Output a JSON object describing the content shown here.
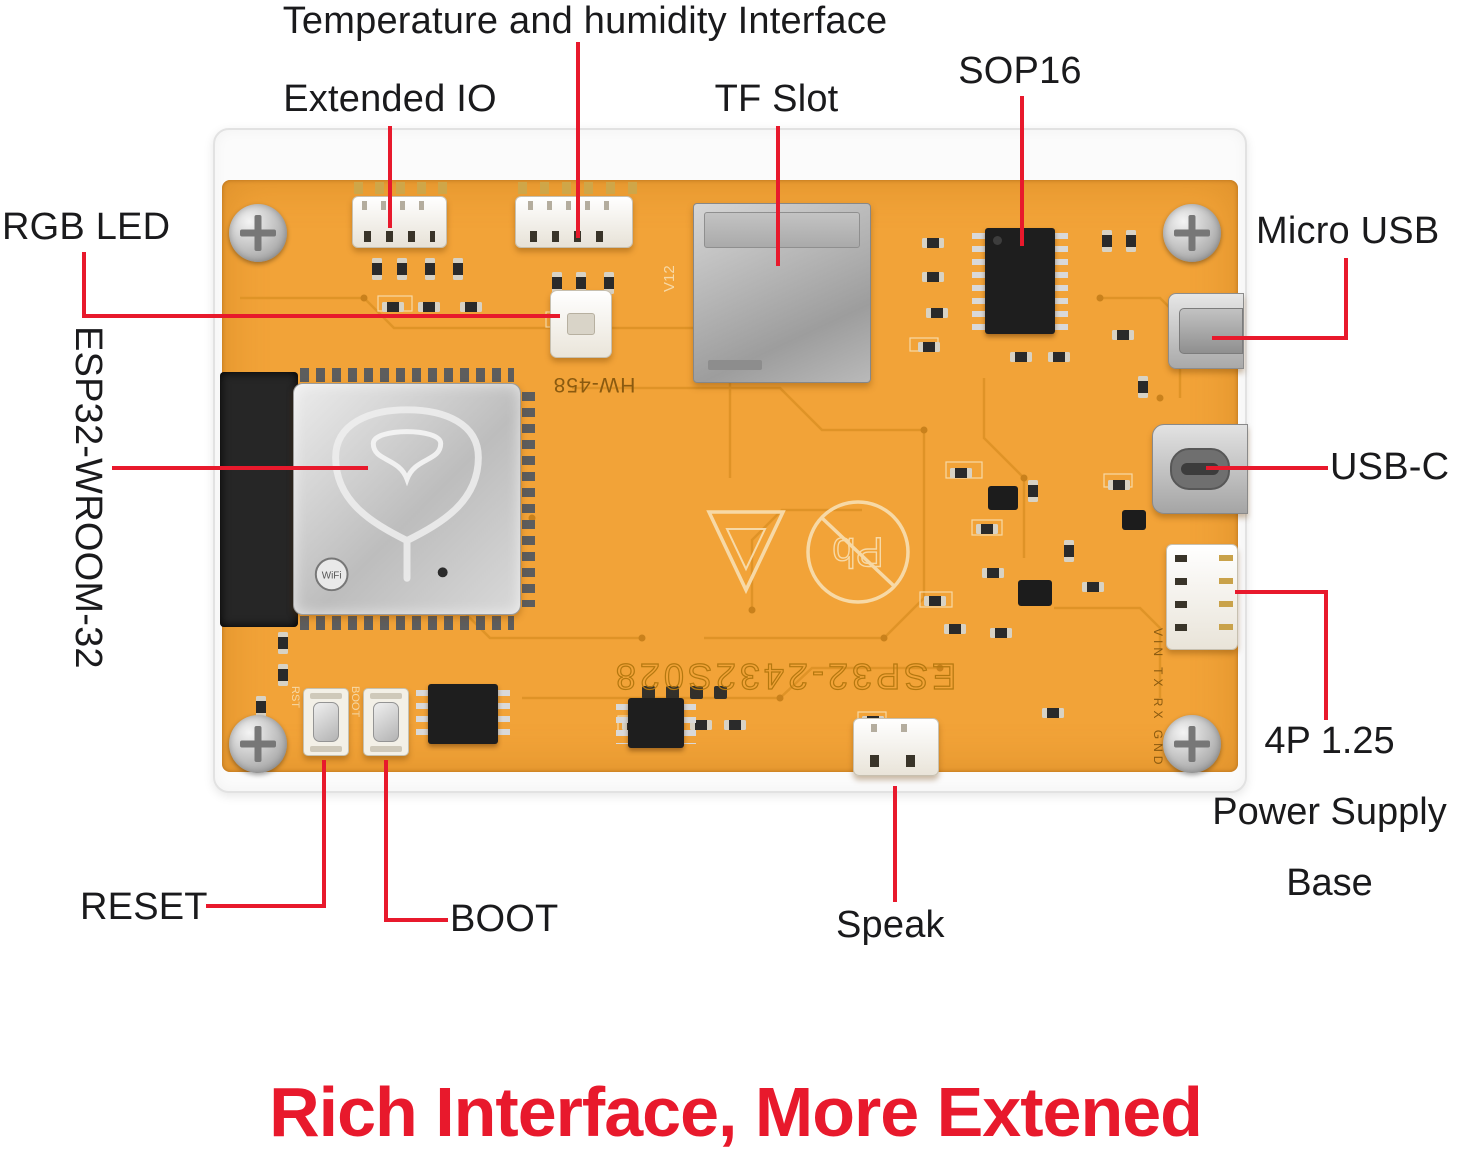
{
  "labels": {
    "temp_humidity": "Temperature and humidity Interface",
    "extended_io": "Extended IO",
    "tf_slot": "TF Slot",
    "sop16": "SOP16",
    "micro_usb": "Micro USB",
    "rgb_led": "RGB LED",
    "esp32_module": "ESP32-WROOM-32",
    "usb_c": "USB-C",
    "power_base_line1": "4P 1.25",
    "power_base_line2": "Power Supply",
    "power_base_line3": "Base",
    "reset": "RESET",
    "boot": "BOOT",
    "speak": "Speak"
  },
  "silkscreen": {
    "model": "ESP32-2432S028",
    "hw_version": "HW-458",
    "pb_free": "Pb",
    "tf_version": "V12",
    "power_pins": "VIN TX RX GND",
    "reset_silk": "RST",
    "boot_silk": "BOOT",
    "wifi_logo": "WiFi"
  },
  "footer": {
    "title": "Rich Interface, More Extened"
  },
  "colors": {
    "annotation": "#e8192c",
    "pcb": "#f2a338",
    "label_text": "#1a1a1c",
    "title_text": "#e8192c"
  }
}
